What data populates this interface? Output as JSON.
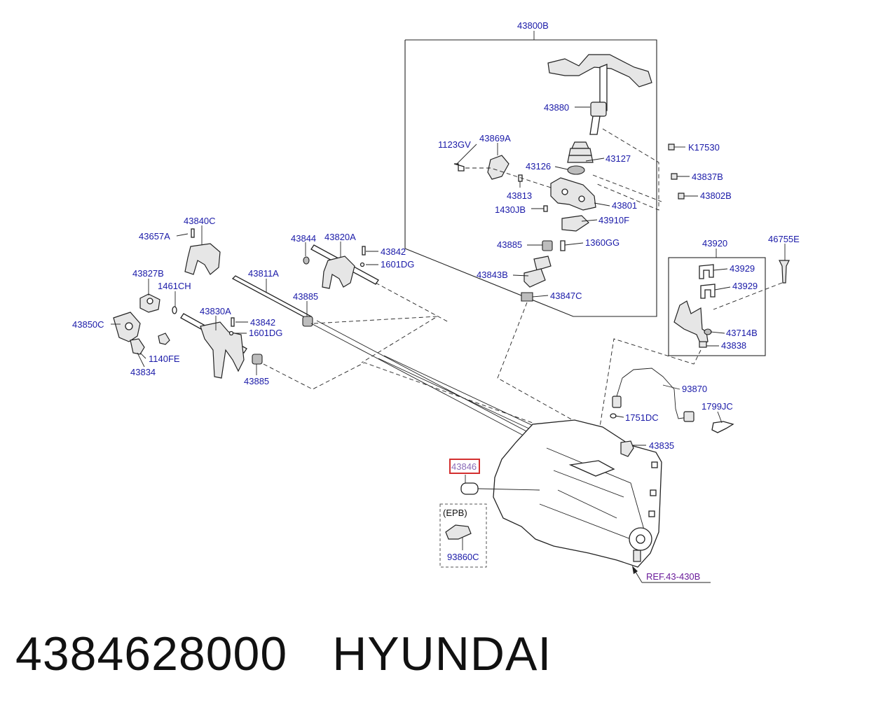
{
  "footer": {
    "part_number": "4384628000",
    "brand": "HYUNDAI"
  },
  "callouts": {
    "c43800B": "43800B",
    "c43880": "43880",
    "c1123GV": "1123GV",
    "c43869A": "43869A",
    "cK17530": "K17530",
    "c43127": "43127",
    "c43126": "43126",
    "c43837B": "43837B",
    "c43813": "43813",
    "c43802B": "43802B",
    "c1430JB": "1430JB",
    "c43801": "43801",
    "c43910F": "43910F",
    "c43885a": "43885",
    "c1360GG": "1360GG",
    "c43843B": "43843B",
    "c43847C": "43847C",
    "c43840C": "43840C",
    "c43657A": "43657A",
    "c43844": "43844",
    "c43820A": "43820A",
    "c43842a": "43842",
    "c1601DGa": "1601DG",
    "c43827B": "43827B",
    "c1461CH": "1461CH",
    "c43811A": "43811A",
    "c43885b": "43885",
    "c43850C": "43850C",
    "c43830A": "43830A",
    "c43842b": "43842",
    "c1601DGb": "1601DG",
    "c1140FE": "1140FE",
    "c43834": "43834",
    "c43885c": "43885",
    "c43920": "43920",
    "c46755E": "46755E",
    "c43929a": "43929",
    "c43929b": "43929",
    "c43714B": "43714B",
    "c43838": "43838",
    "c93870": "93870",
    "c1799JC": "1799JC",
    "c1751DC": "1751DC",
    "c43835": "43835",
    "c43846": "43846",
    "cEPB": "(EPB)",
    "c93860C": "93860C",
    "cREF": "REF.43-430B"
  },
  "colors": {
    "label": "#1a1aa8",
    "reference": "#6a1b9a",
    "highlight_box": "#d32f2f",
    "line": "#222222"
  }
}
